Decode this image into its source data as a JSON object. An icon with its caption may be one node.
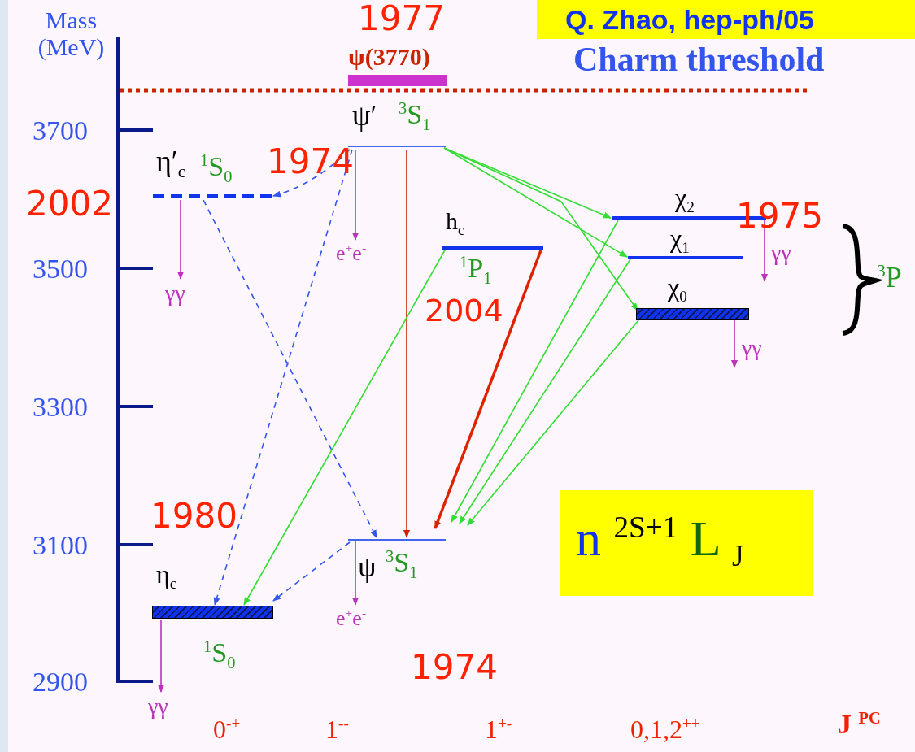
{
  "diagram": {
    "nodes": [
      {
        "text": [
          "ψ(3770)"
        ],
        "beside": [
          "1977"
        ]
      },
      {
        "text": [
          "ψ′",
          "$^{3}$S$_{1}$"
        ],
        "beside": [
          "1974"
        ]
      },
      {
        "text": [
          "η′$_{c}$",
          "$^{1}$S$_{0}$"
        ],
        "beside": [
          "2002"
        ]
      },
      {
        "text": [
          "χ$_{2}$"
        ],
        "beside": [
          "1975"
        ]
      },
      {
        "text": [
          "χ$_{1}$"
        ]
      },
      {
        "text": [
          "h$_{c}$",
          "$^{1}$P$_{1}$"
        ],
        "beside": [
          "2004"
        ]
      },
      {
        "text": [
          "χ$_{0}$"
        ]
      },
      {
        "text": [
          "ψ",
          "$^{3}$S$_{1}$"
        ]
      },
      {
        "text": [
          "η$_{c}$",
          "$^{1}$S$_{0}$"
        ],
        "beside": [
          "1980"
        ]
      },
      {
        "text": [
          "γγ"
        ]
      },
      {
        "text": [
          "e$^{+}$e$^{-}$"
        ]
      },
      {
        "text": [
          "γγ"
        ]
      },
      {
        "text": [
          "γγ"
        ]
      },
      {
        "text": [
          "e$^{+}$e$^{-}$"
        ]
      },
      {
        "text": [
          "γγ"
        ]
      },
      {
        "text": [
          "n $^{2S+1}$ L $_{J}$"
        ]
      }
    ],
    "edges": [
      {
        "from": 1,
        "to": 2,
        "arrow": "to",
        "style": "dashed",
        "color": "#3355ee"
      },
      {
        "from": 1,
        "to": 8,
        "arrow": "to",
        "style": "dashed",
        "color": "#3355ee"
      },
      {
        "from": 2,
        "to": 7,
        "arrow": "to",
        "style": "dashed",
        "color": "#3355ee"
      },
      {
        "from": 7,
        "to": 8,
        "arrow": "to",
        "style": "dashed",
        "color": "#3355ee"
      },
      {
        "from": 1,
        "to": 7,
        "arrow": "to",
        "color": "#cc2200"
      },
      {
        "from": 1,
        "to": 3,
        "arrow": "to"
      },
      {
        "from": 1,
        "to": 4,
        "arrow": "to"
      },
      {
        "from": 1,
        "to": 6,
        "arrow": "to"
      },
      {
        "from": 5,
        "to": 8,
        "arrow": "to"
      },
      {
        "from": 5,
        "to": 7,
        "arrow": "to",
        "style": "thick",
        "color": "#dd2200"
      },
      {
        "from": 3,
        "to": 7,
        "arrow": "to"
      },
      {
        "from": 4,
        "to": 7,
        "arrow": "to"
      },
      {
        "from": 6,
        "to": 7,
        "arrow": "to"
      },
      {
        "from": 2,
        "to": 9,
        "arrow": "to",
        "color": "#bb33bb"
      },
      {
        "from": 1,
        "to": 10,
        "arrow": "to",
        "color": "#bb33bb"
      },
      {
        "from": 3,
        "to": 11,
        "arrow": "to",
        "color": "#bb33bb"
      },
      {
        "from": 6,
        "to": 12,
        "arrow": "to",
        "color": "#bb33bb"
      },
      {
        "from": 7,
        "to": 13,
        "arrow": "to",
        "color": "#bb33bb"
      },
      {
        "from": 8,
        "to": 14,
        "arrow": "to",
        "color": "#bb33bb"
      }
    ],
    "labels": [
      "Q. Zhao, hep-ph/05",
      "1974",
      "Mass (MeV)",
      "Charm threshold",
      "3700",
      "3500",
      "3300",
      "3100",
      "2900",
      "$^{3}$P",
      "0$^{-+}$",
      "1$^{--}$",
      "1$^{+-}$",
      "0,1,2$^{++}$",
      "J $^{PC}$"
    ]
  }
}
